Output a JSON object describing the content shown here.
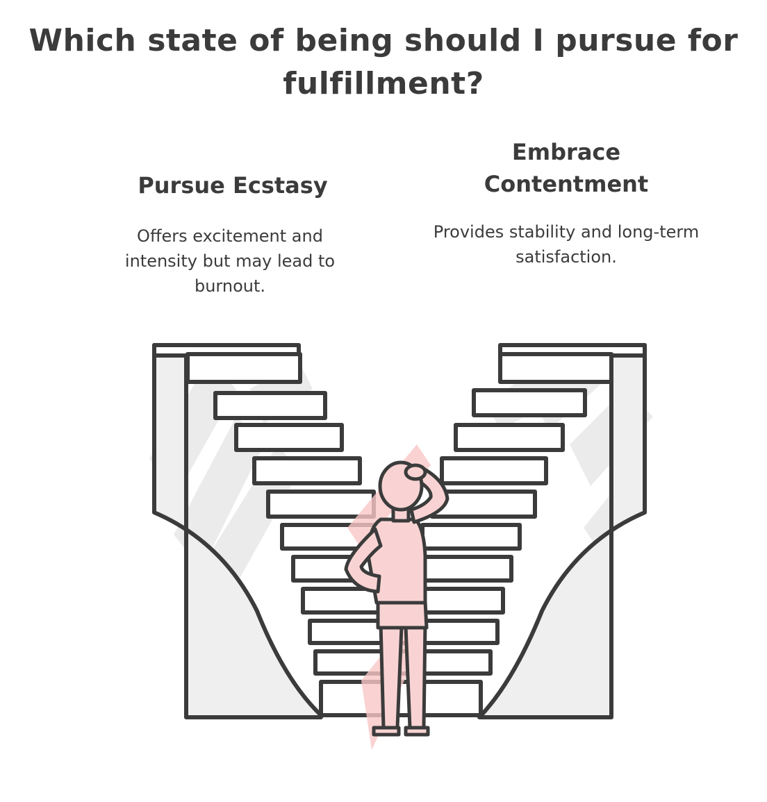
{
  "title": "Which state of being should I pursue for fulfillment?",
  "options": [
    {
      "title": "Pursue Ecstasy",
      "description": "Offers excitement and intensity but may lead to burnout."
    },
    {
      "title": "Embrace Contentment",
      "description": "Provides stability and long-term satisfaction."
    }
  ],
  "colors": {
    "ink": "#3b3b3b",
    "stair_fill": "#ffffff",
    "hatch": "#e6e6e6",
    "figure": "#f7d1d1",
    "figure_hatch": "#f5b8b8"
  },
  "icons": {
    "illustration": "person-at-two-staircases",
    "left_stairs": "staircase-icon",
    "right_stairs": "staircase-icon",
    "person": "person-thinking-icon"
  }
}
